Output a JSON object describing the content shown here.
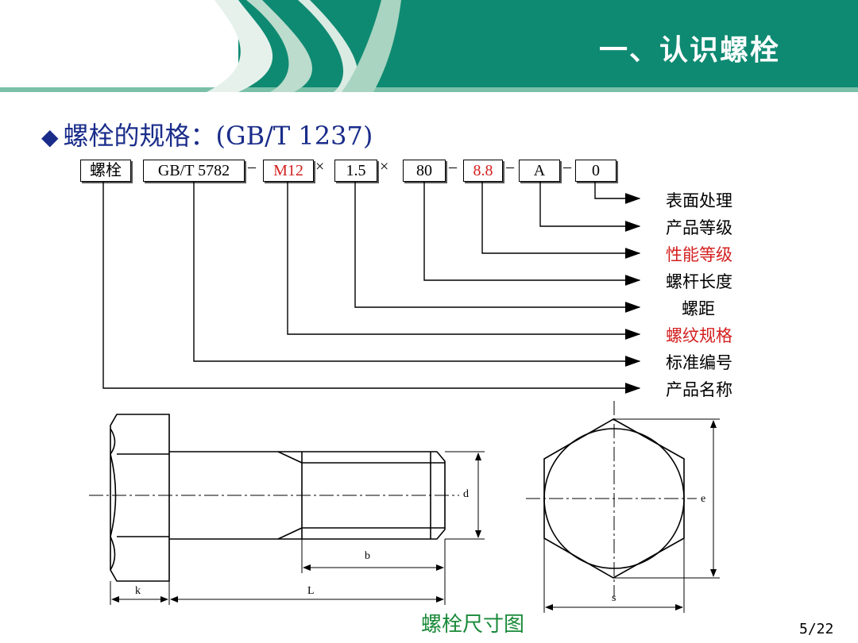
{
  "header": {
    "title": "一、认识螺栓"
  },
  "subtitle": {
    "bullet_icon": "diamond-bullet-icon",
    "text": "螺栓的规格：(GB/T 1237)"
  },
  "spec_boxes": [
    {
      "id": "name",
      "text": "螺栓"
    },
    {
      "id": "std",
      "text": "GB/T 5782"
    },
    {
      "id": "thread",
      "text": "M12"
    },
    {
      "id": "pitch",
      "text": "1.5"
    },
    {
      "id": "length",
      "text": "80"
    },
    {
      "id": "grade",
      "text": "8.8"
    },
    {
      "id": "product",
      "text": "A"
    },
    {
      "id": "surface",
      "text": "0"
    }
  ],
  "separators": {
    "dash": "–",
    "times": "×"
  },
  "labels": [
    {
      "id": "surface",
      "text": "表面处理"
    },
    {
      "id": "product",
      "text": "产品等级"
    },
    {
      "id": "grade",
      "text": "性能等级"
    },
    {
      "id": "length",
      "text": "螺杆长度"
    },
    {
      "id": "pitch",
      "text": "螺距"
    },
    {
      "id": "thread",
      "text": "螺纹规格"
    },
    {
      "id": "std",
      "text": "标准编号"
    },
    {
      "id": "name",
      "text": "产品名称"
    }
  ],
  "drawing": {
    "dims": {
      "d": "d",
      "b": "b",
      "k": "k",
      "L": "L",
      "e": "e",
      "s": "s"
    }
  },
  "caption": "螺栓尺寸图",
  "page_number": "5/22",
  "colors": {
    "header_green": "#0f8a72",
    "subtitle_blue": "#1a2c8a",
    "highlight_red": "#d42020",
    "caption_green": "#1a8a3a"
  }
}
